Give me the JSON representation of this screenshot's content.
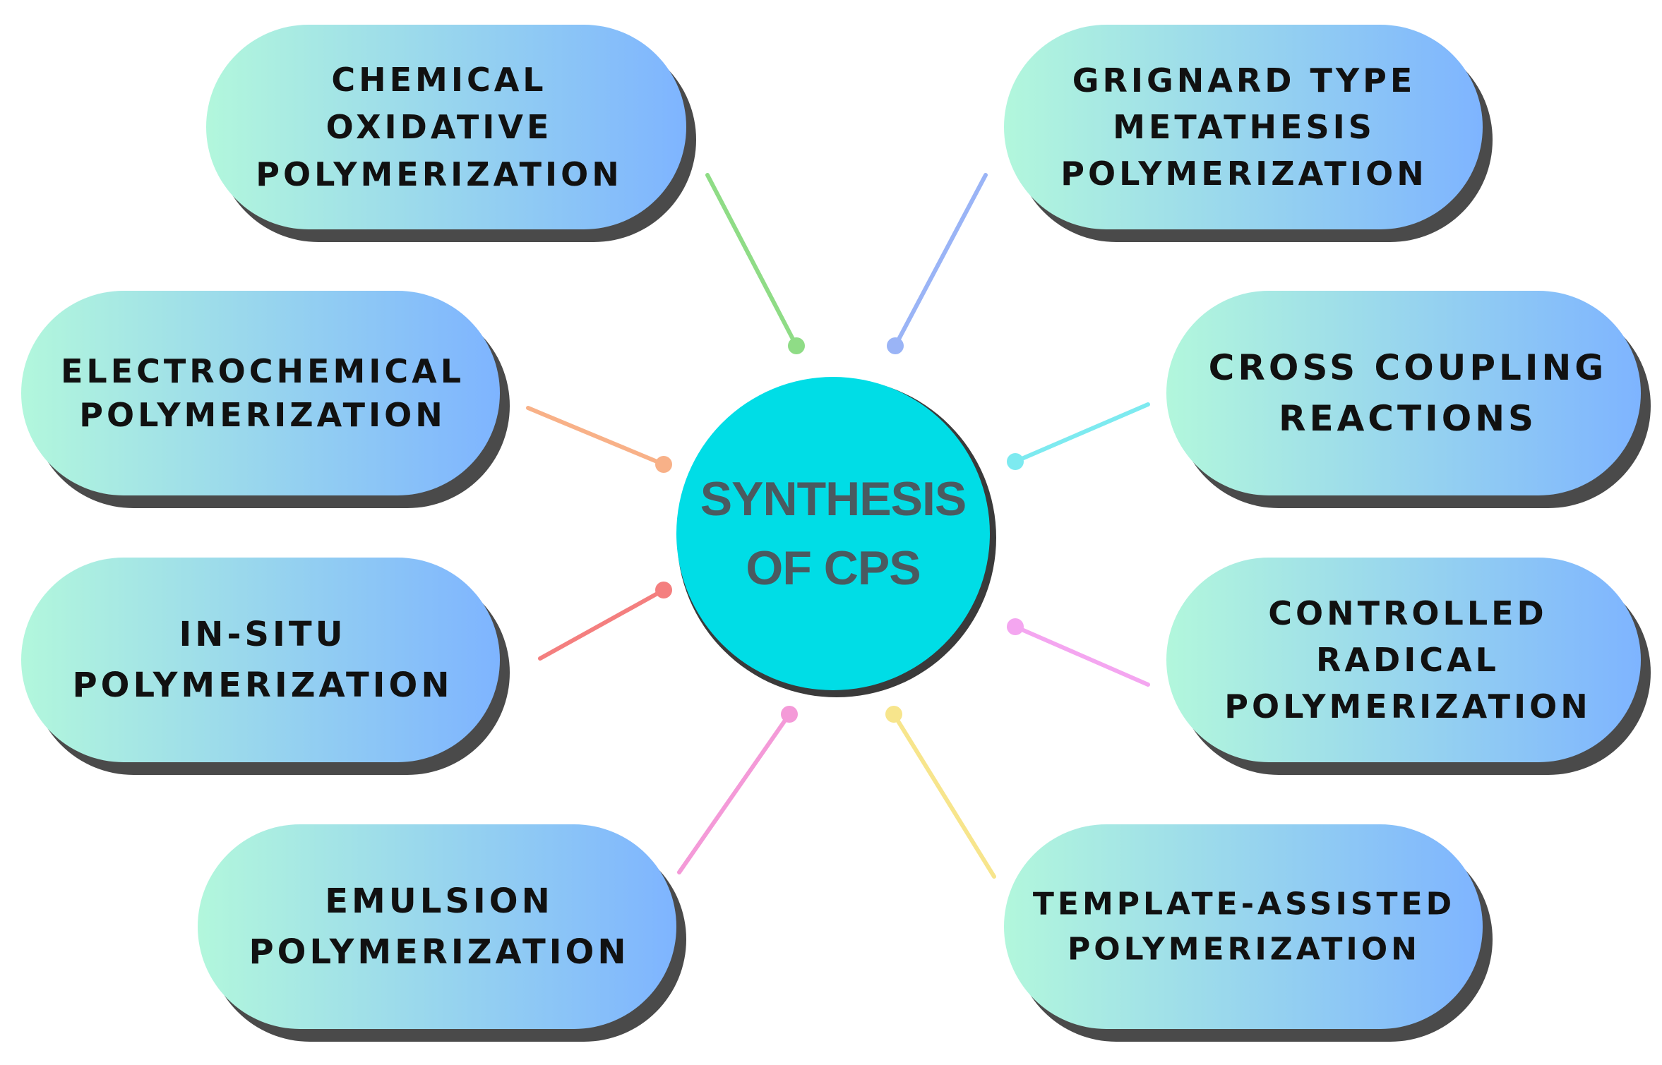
{
  "center": {
    "lines": [
      "SYNTHESIS",
      "OF CPS"
    ],
    "fill_color": "#00dde6",
    "text_color": "#4a5a60"
  },
  "pill_gradient": {
    "from": "#b2f7dc",
    "to": "#7eb4ff",
    "shadow": "#4a4a4a"
  },
  "methods": [
    {
      "lines": [
        "CHEMICAL",
        "OXIDATIVE",
        "POLYMERIZATION"
      ],
      "connector_color": "#8fdc86"
    },
    {
      "lines": [
        "GRIGNARD TYPE",
        "METATHESIS",
        "POLYMERIZATION"
      ],
      "connector_color": "#9ab4f6"
    },
    {
      "lines": [
        "ELECTROCHEMICAL",
        "POLYMERIZATION"
      ],
      "connector_color": "#f8b188"
    },
    {
      "lines": [
        "CROSS COUPLING",
        "REACTIONS"
      ],
      "connector_color": "#7deaf0"
    },
    {
      "lines": [
        "IN-SITU",
        "POLYMERIZATION"
      ],
      "connector_color": "#f47f7f"
    },
    {
      "lines": [
        "CONTROLLED",
        "RADICAL",
        "POLYMERIZATION"
      ],
      "connector_color": "#f4a6f0"
    },
    {
      "lines": [
        "EMULSION",
        "POLYMERIZATION"
      ],
      "connector_color": "#f49ad8"
    },
    {
      "lines": [
        "TEMPLATE-ASSISTED",
        "POLYMERIZATION"
      ],
      "connector_color": "#f7e58c"
    }
  ]
}
